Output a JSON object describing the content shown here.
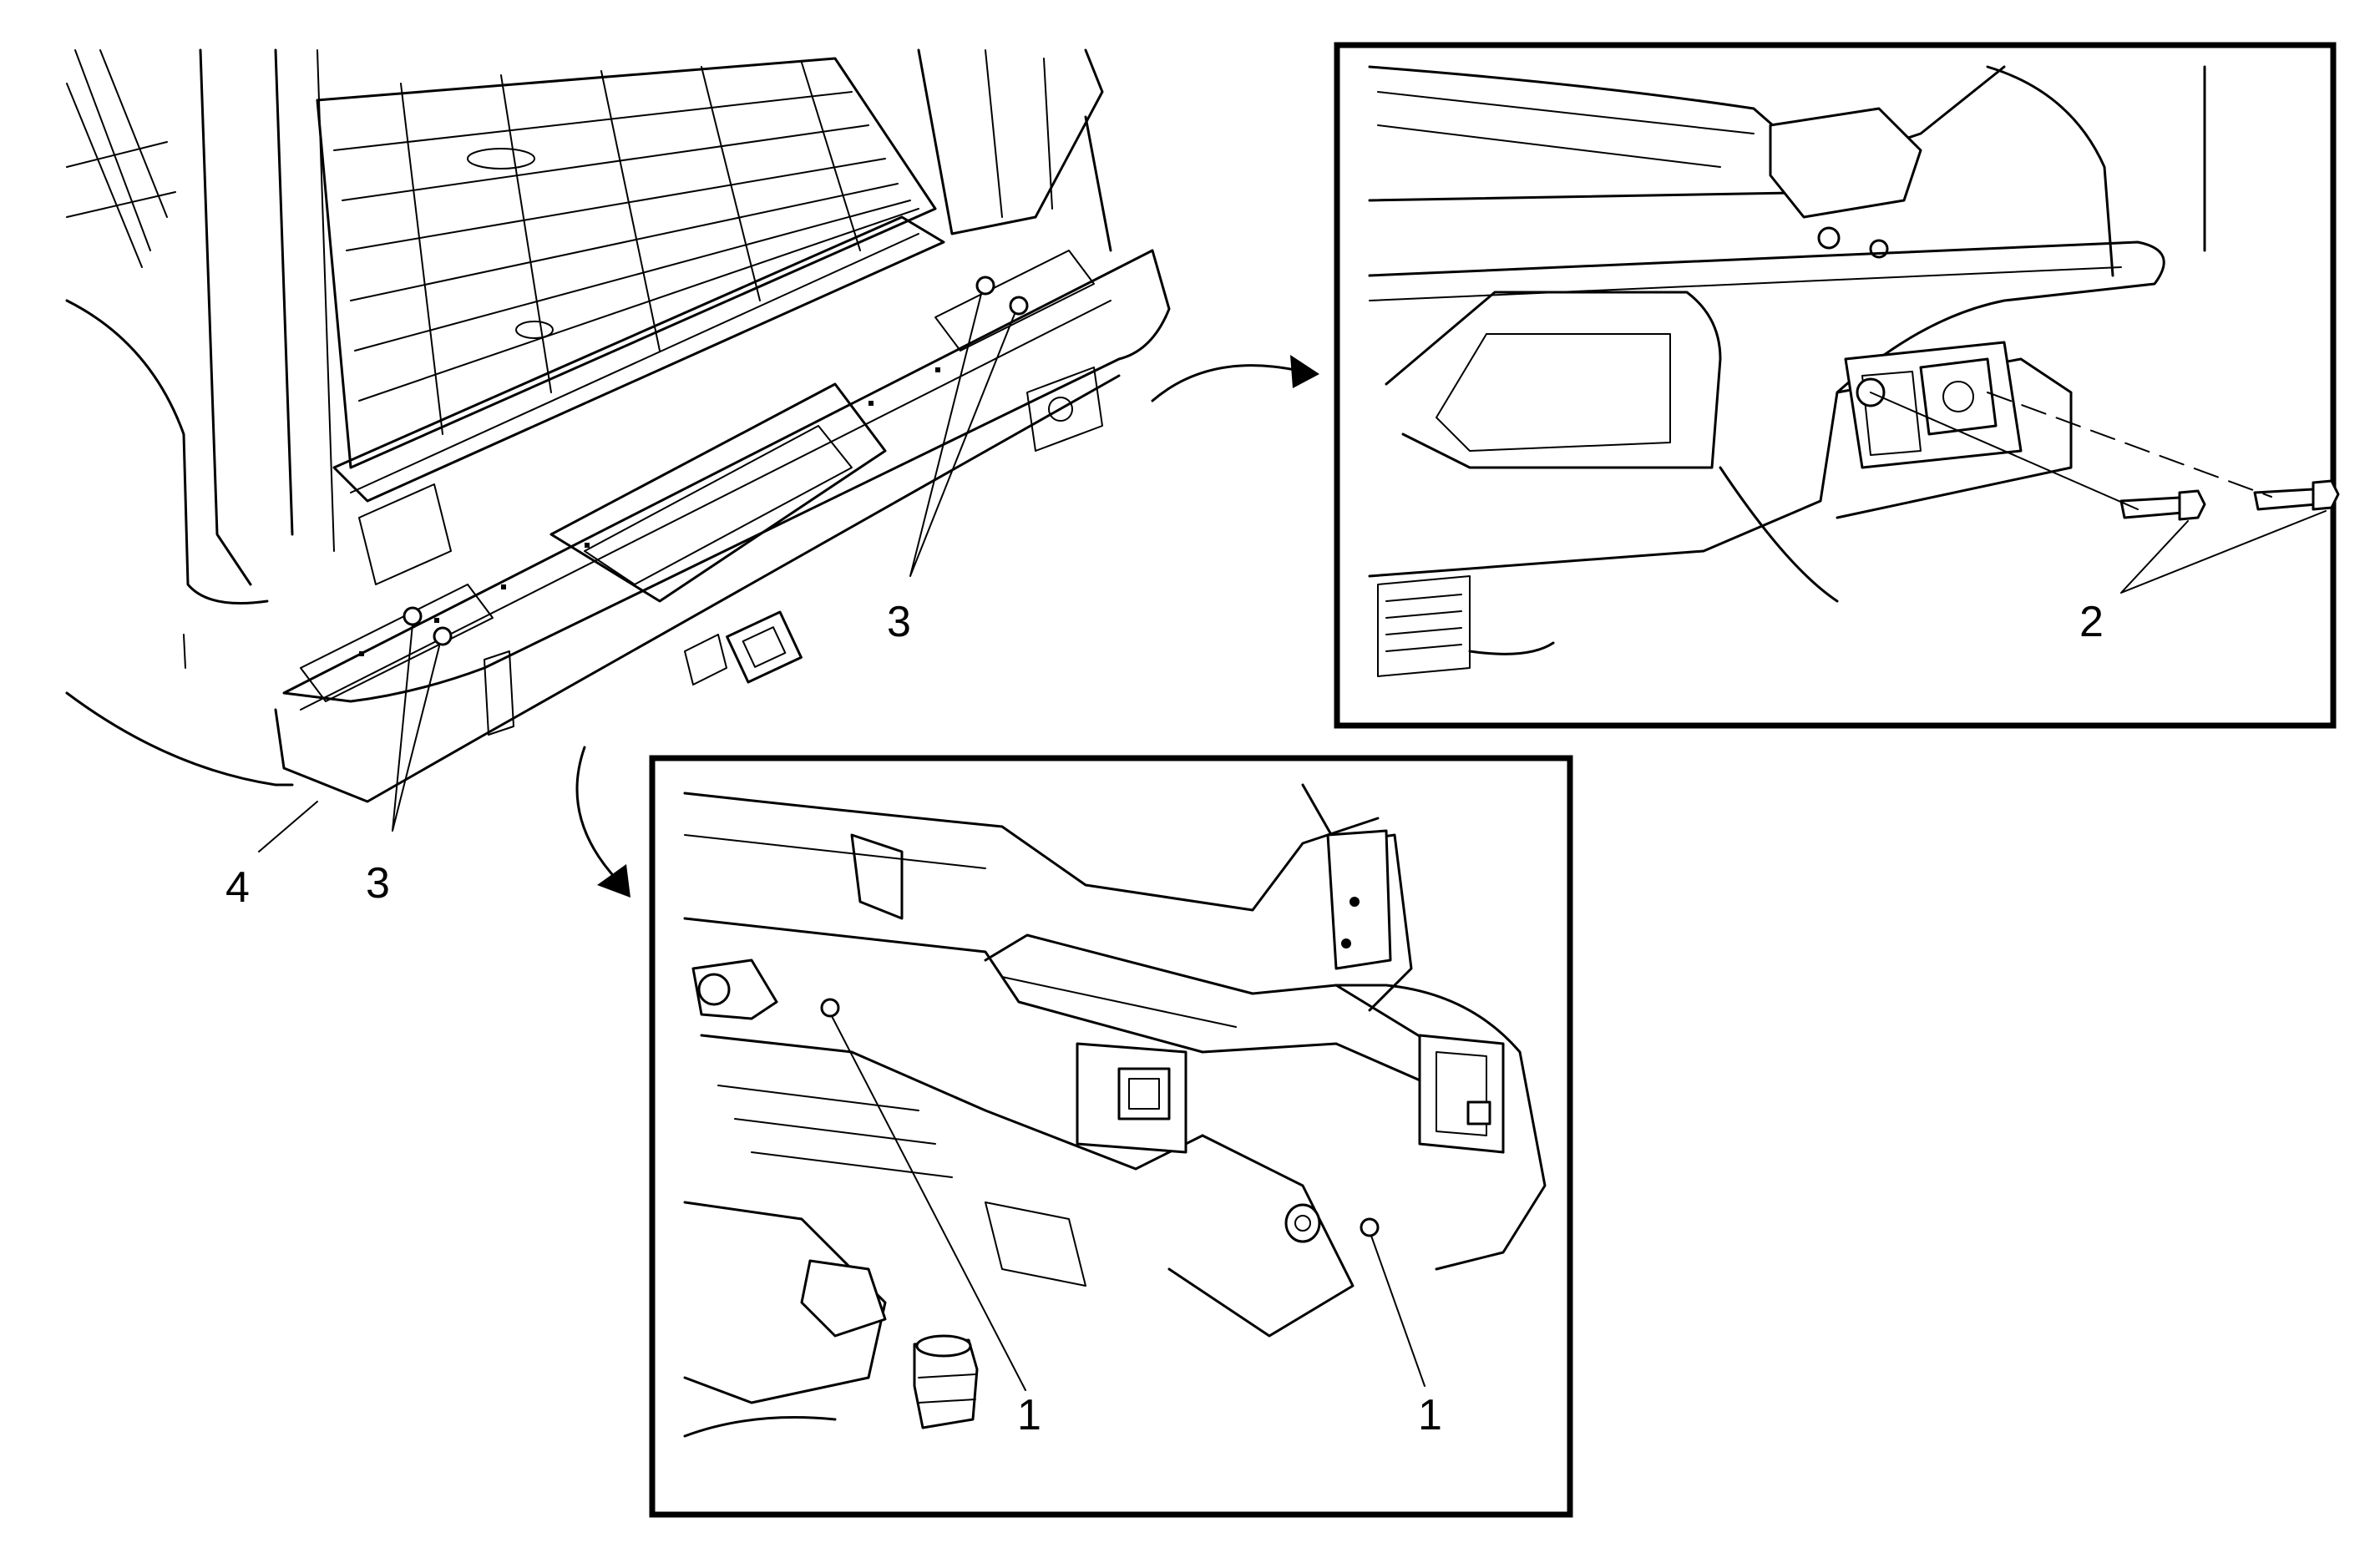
{
  "callouts": {
    "c1a": "1",
    "c1b": "1",
    "c2": "2",
    "c3a": "3",
    "c3b": "3",
    "c4": "4"
  }
}
